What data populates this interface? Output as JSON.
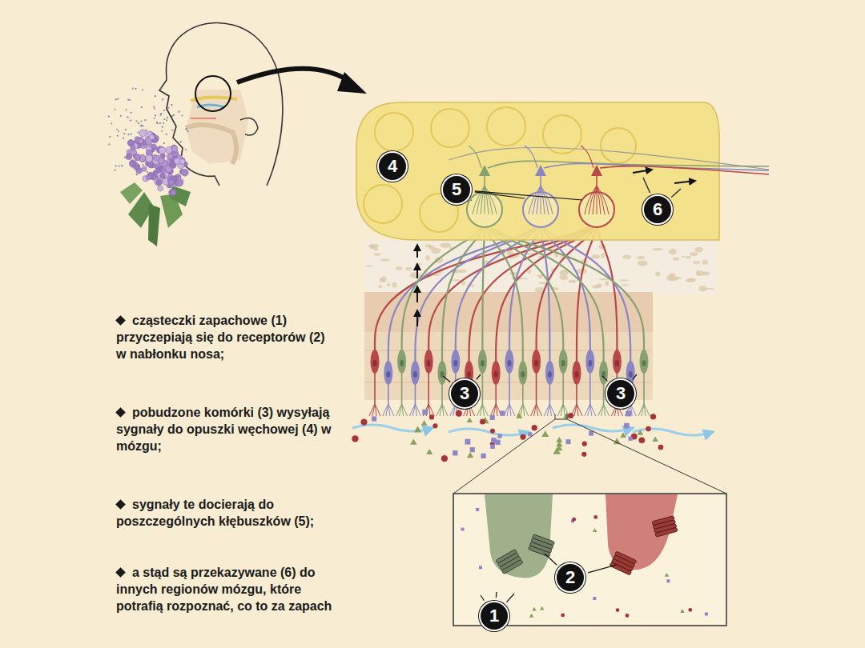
{
  "diagram": {
    "labels": [
      "4",
      "5",
      "6",
      "3",
      "3",
      "2",
      "1",
      "cząsteczki zapachowe (1) przyczepiają się do receptorów (2) w nabłonku nosa;",
      "pobudzone komórki (3) wysyłają sygnały do opuszki węchowej (4) w mózgu;",
      "sygnały te docierają do poszczególnych kłębuszków (5);",
      "a stąd są przekazywane (6) do innych regionów mózgu, które potrafią rozpoznać, co to za zapach"
    ]
  }
}
